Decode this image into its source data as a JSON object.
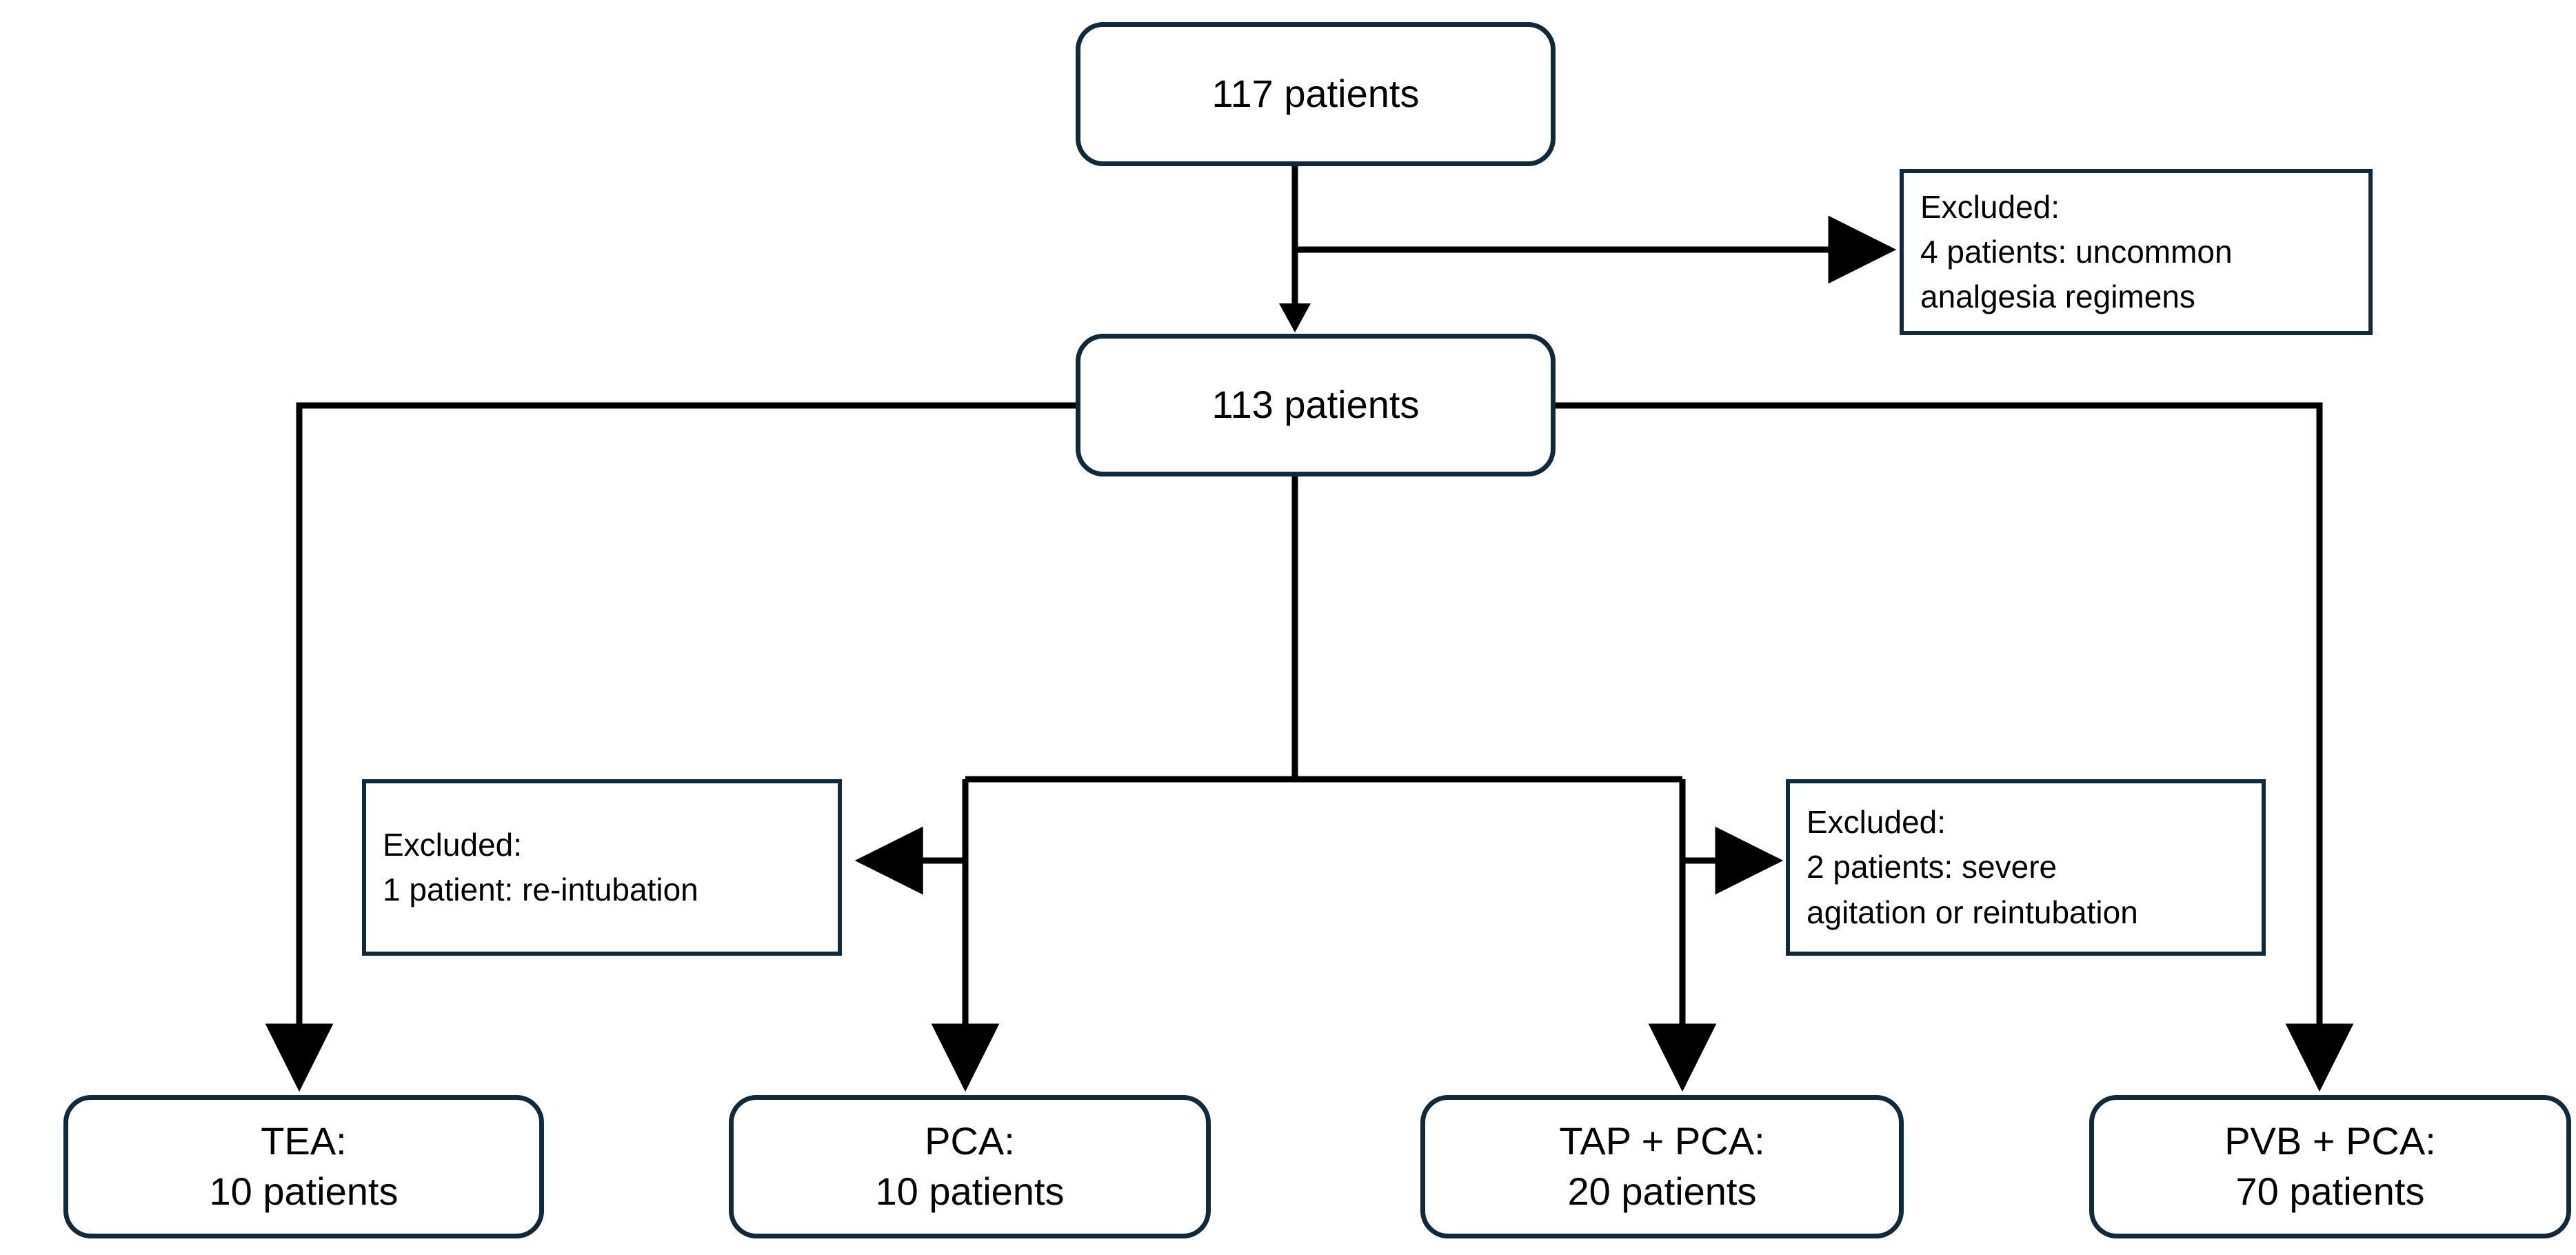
{
  "diagram": {
    "type": "flowchart",
    "title": "Patient enrollment flow diagram",
    "colors": {
      "node_border": "#10293b",
      "connector": "#000000",
      "background": "#ffffff",
      "text": "#000000"
    }
  },
  "nodes": {
    "enrolled": {
      "lines": [
        "117 patients"
      ]
    },
    "eligible": {
      "lines": [
        "113 patients"
      ]
    },
    "excluded_top": {
      "lines": [
        "Excluded:",
        "4 patients: uncommon",
        "analgesia regimens"
      ]
    },
    "excluded_left": {
      "lines": [
        "Excluded:",
        "1 patient: re-intubation"
      ]
    },
    "excluded_right": {
      "lines": [
        "Excluded:",
        "2 patients: severe",
        "agitation or reintubation"
      ]
    },
    "group_tea": {
      "lines": [
        "TEA:",
        "10 patients"
      ]
    },
    "group_pca": {
      "lines": [
        "PCA:",
        "10 patients"
      ]
    },
    "group_tap": {
      "lines": [
        "TAP + PCA:",
        "20 patients"
      ]
    },
    "group_pvb": {
      "lines": [
        "PVB + PCA:",
        "70 patients"
      ]
    }
  },
  "chart_data": {
    "type": "flow",
    "title": "Patient enrollment flow diagram",
    "stages": [
      {
        "id": "enrolled",
        "label": "117 patients",
        "count": 117
      },
      {
        "id": "excluded_top",
        "label": "Excluded: 4 patients: uncommon analgesia regimens",
        "count": 4
      },
      {
        "id": "eligible",
        "label": "113 patients",
        "count": 113
      },
      {
        "id": "excluded_left",
        "label": "Excluded: 1 patient: re-intubation",
        "count": 1
      },
      {
        "id": "excluded_right",
        "label": "Excluded: 2 patients: severe agitation or reintubation",
        "count": 2
      },
      {
        "id": "group_tea",
        "label": "TEA",
        "count": 10
      },
      {
        "id": "group_pca",
        "label": "PCA",
        "count": 10
      },
      {
        "id": "group_tap",
        "label": "TAP + PCA",
        "count": 20
      },
      {
        "id": "group_pvb",
        "label": "PVB + PCA",
        "count": 70
      }
    ],
    "edges": [
      {
        "from": "enrolled",
        "to": "excluded_top"
      },
      {
        "from": "enrolled",
        "to": "eligible"
      },
      {
        "from": "eligible",
        "to": "group_tea"
      },
      {
        "from": "eligible",
        "to": "group_pca"
      },
      {
        "from": "eligible",
        "to": "group_tap"
      },
      {
        "from": "eligible",
        "to": "group_pvb"
      },
      {
        "from": "eligible",
        "to": "excluded_left"
      },
      {
        "from": "eligible",
        "to": "excluded_right"
      }
    ]
  }
}
